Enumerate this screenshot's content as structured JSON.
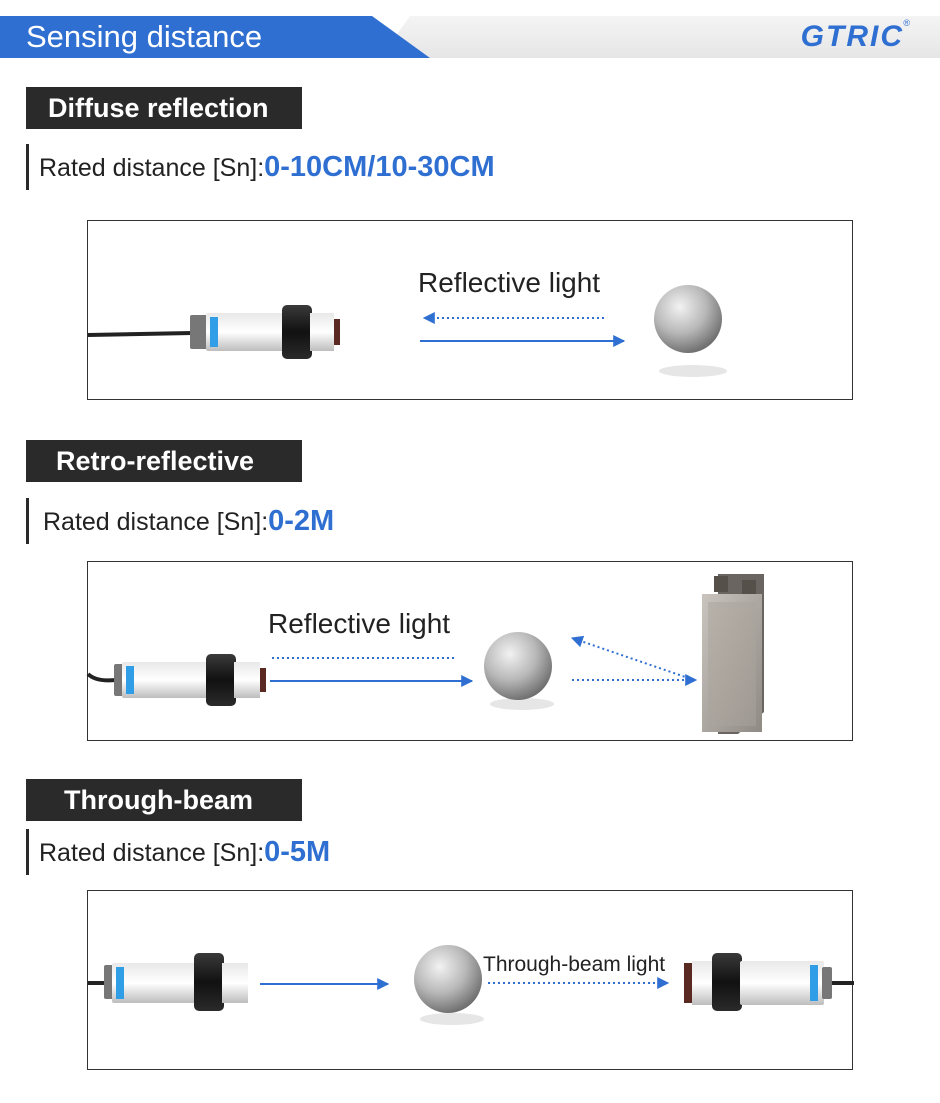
{
  "header": {
    "title": "Sensing distance",
    "brand": "GTRIC",
    "brand_mark": "®"
  },
  "colors": {
    "accent": "#2f6fd1",
    "dark": "#2a2a2a"
  },
  "sections": [
    {
      "title": "Diffuse reflection",
      "rated_label": "Rated distance [Sn]:",
      "rated_value": "0-10CM/10-30CM",
      "diagram_label": "Reflective light"
    },
    {
      "title": "Retro-reflective",
      "rated_label": "Rated distance [Sn]:",
      "rated_value": "0-2M",
      "diagram_label": "Reflective light"
    },
    {
      "title": "Through-beam",
      "rated_label": "Rated distance [Sn]:",
      "rated_value": "0-5M",
      "diagram_label": "Through-beam light"
    }
  ]
}
